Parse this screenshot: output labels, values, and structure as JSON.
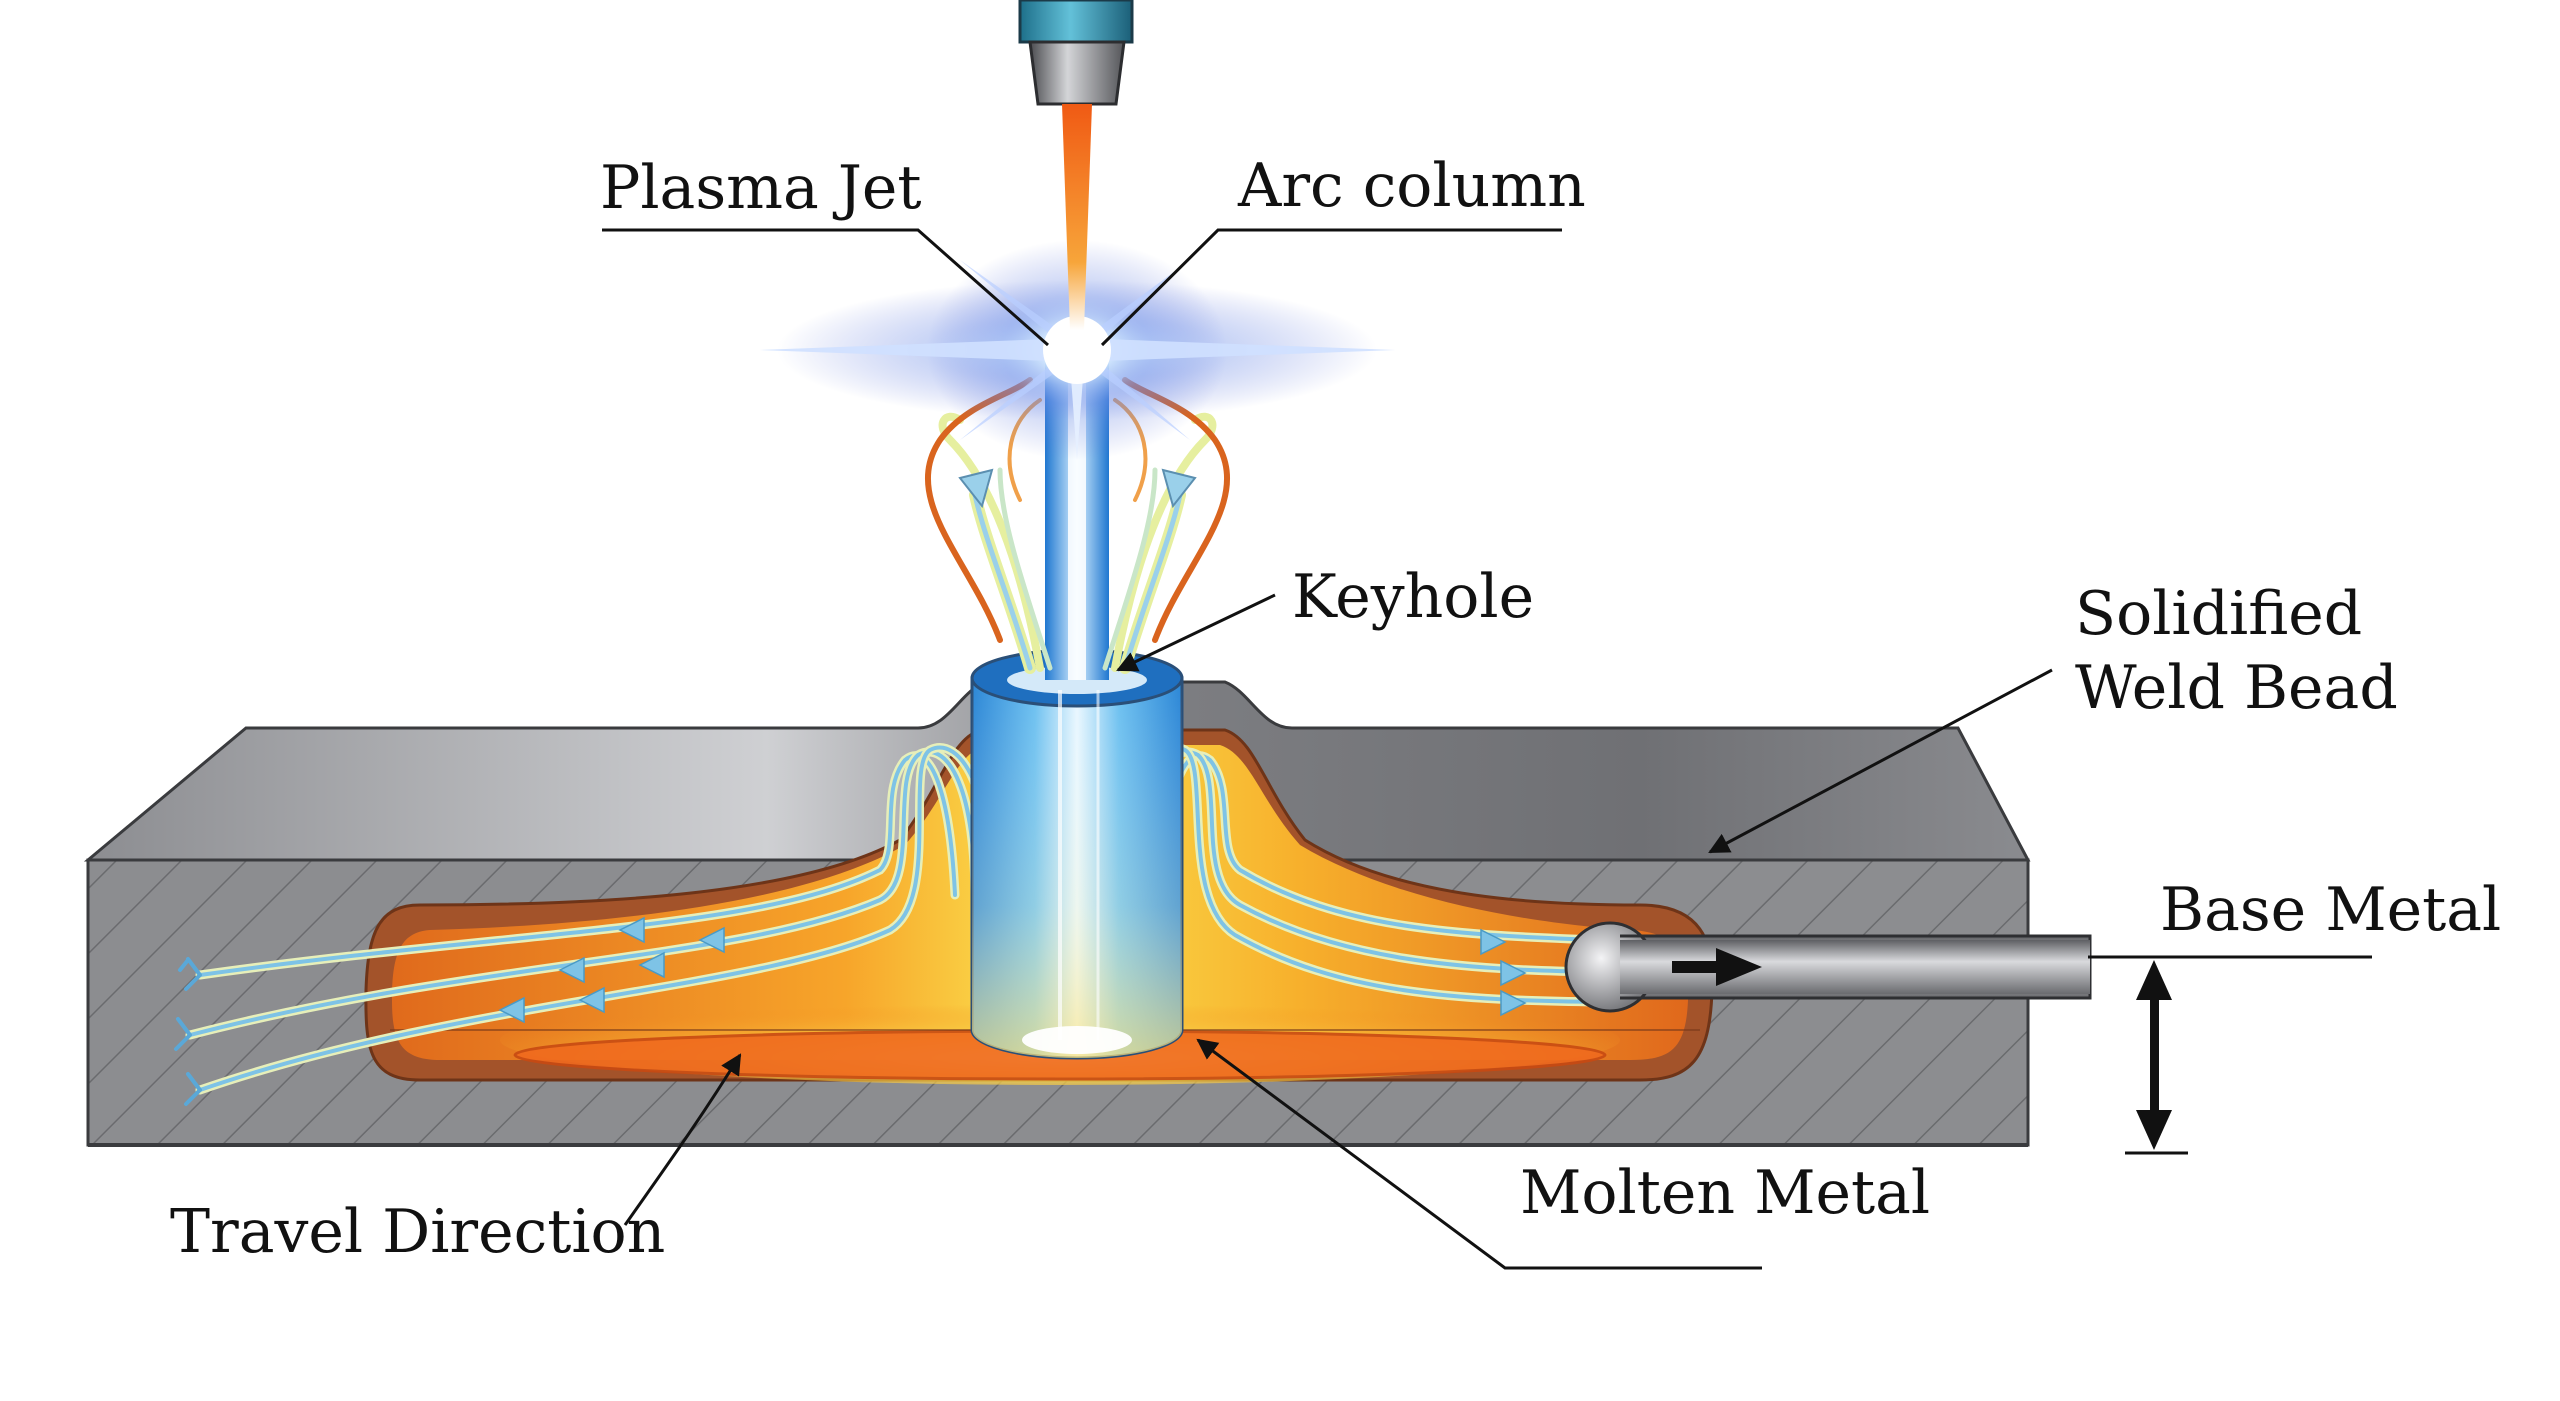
{
  "labels": {
    "plasma_jet": "Plasma Jet",
    "arc_column": "Arc column",
    "keyhole": "Keyhole",
    "solidified_line1": "Solidified",
    "solidified_line2": "Weld Bead",
    "base_metal": "Base Metal",
    "molten_metal": "Molten Metal",
    "travel_direction": "Travel Direction"
  },
  "icons": {
    "torch_nozzle": "torch-nozzle-icon",
    "travel_arrow": "arrow-right-icon",
    "thickness_arrow": "double-arrow-vertical-icon"
  },
  "colors": {
    "steel_dark": "#6f7074",
    "steel_light": "#c9cacd",
    "molten_orange": "#f28a1e",
    "molten_yellow": "#fbd84a",
    "molten_brown": "#9a4a22",
    "plasma_blue": "#2f8fe8",
    "flow_blue": "#8fd0ee",
    "jet_orange": "#f07a1a"
  }
}
